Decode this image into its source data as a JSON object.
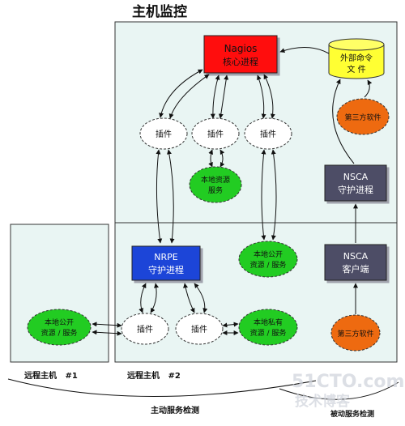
{
  "title": "主机监控",
  "colors": {
    "panel_fill": "#e9f5f3",
    "panel_border": "#333333",
    "nagios_fill": "#ff1010",
    "nrpe_fill": "#1a44d8",
    "nsca_fill": "#4d4d66",
    "cylinder_fill": "#ffff33",
    "green_fill": "#22cc22",
    "orange_fill": "#ee6a10",
    "cloud_fill": "#ffffff"
  },
  "nodes": {
    "nagios_line1": "Nagios",
    "nagios_line2": "核心进程",
    "external_cmd_line1": "外部命令",
    "external_cmd_line2": "文  件",
    "third_party_top": "第三方软件",
    "plugin": "插件",
    "local_resource_line1": "本地资源",
    "local_resource_line2": "服务",
    "nsca_daemon_line1": "NSCA",
    "nsca_daemon_line2": "守护进程",
    "nrpe_line1": "NRPE",
    "nrpe_line2": "守护进程",
    "local_public_mid_line1": "本地公开",
    "local_public_mid_line2": "资源 / 服务",
    "nsca_client_line1": "NSCA",
    "nsca_client_line2": "客户端",
    "local_public_left_line1": "本地公开",
    "local_public_left_line2": "资源 / 服务",
    "local_private_line1": "本地私有",
    "local_private_line2": "资源 / 服务",
    "third_party_bottom": "第三方软件"
  },
  "labels": {
    "remote_host_1": "远程主机   #1",
    "remote_host_2": "远程主机   #2",
    "active_check": "主动服务检测",
    "passive_check": "被动服务检测"
  },
  "watermark": {
    "line1": "51CTO.com",
    "line2": "技术博客"
  }
}
